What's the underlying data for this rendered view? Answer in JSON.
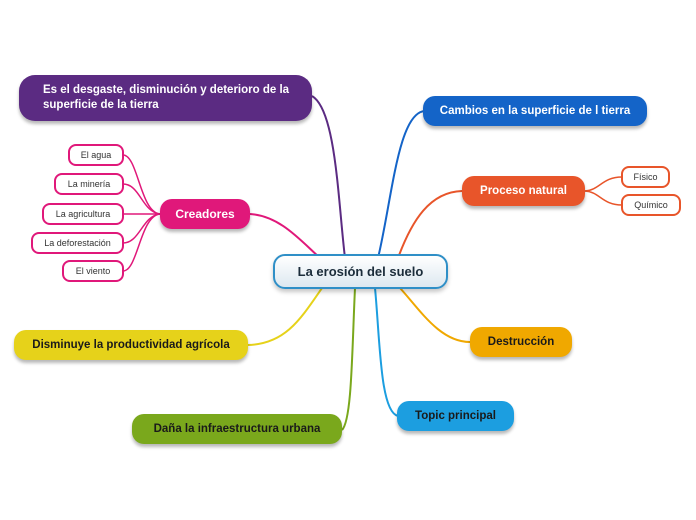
{
  "central": {
    "label": "La erosión del suelo"
  },
  "topics": {
    "definition": "Es el desgaste, disminución y deterioro de la superficie de la tierra",
    "cambios": "Cambios en la superficie de l tierra",
    "proceso": "Proceso natural",
    "destruccion": "Destrucción",
    "topic_principal": "Topic principal",
    "infraestructura": "Daña la infraestructura urbana",
    "productividad": "Disminuye la productividad agrícola",
    "creadores": "Creadores"
  },
  "subtopics": {
    "proceso": [
      "Físico",
      "Químico"
    ],
    "creadores": [
      "El agua",
      "La minería",
      "La agricultura",
      "La deforestación",
      "El viento"
    ]
  },
  "colors": {
    "definition": "#5b2b82",
    "cambios": "#1464c8",
    "proceso": "#e8552a",
    "destruccion": "#f0a800",
    "topic_principal": "#1c9ee0",
    "infraestructura": "#7aa81c",
    "productividad": "#e6d21a",
    "creadores": "#e0187a",
    "central_border": "#2f8fc7"
  }
}
